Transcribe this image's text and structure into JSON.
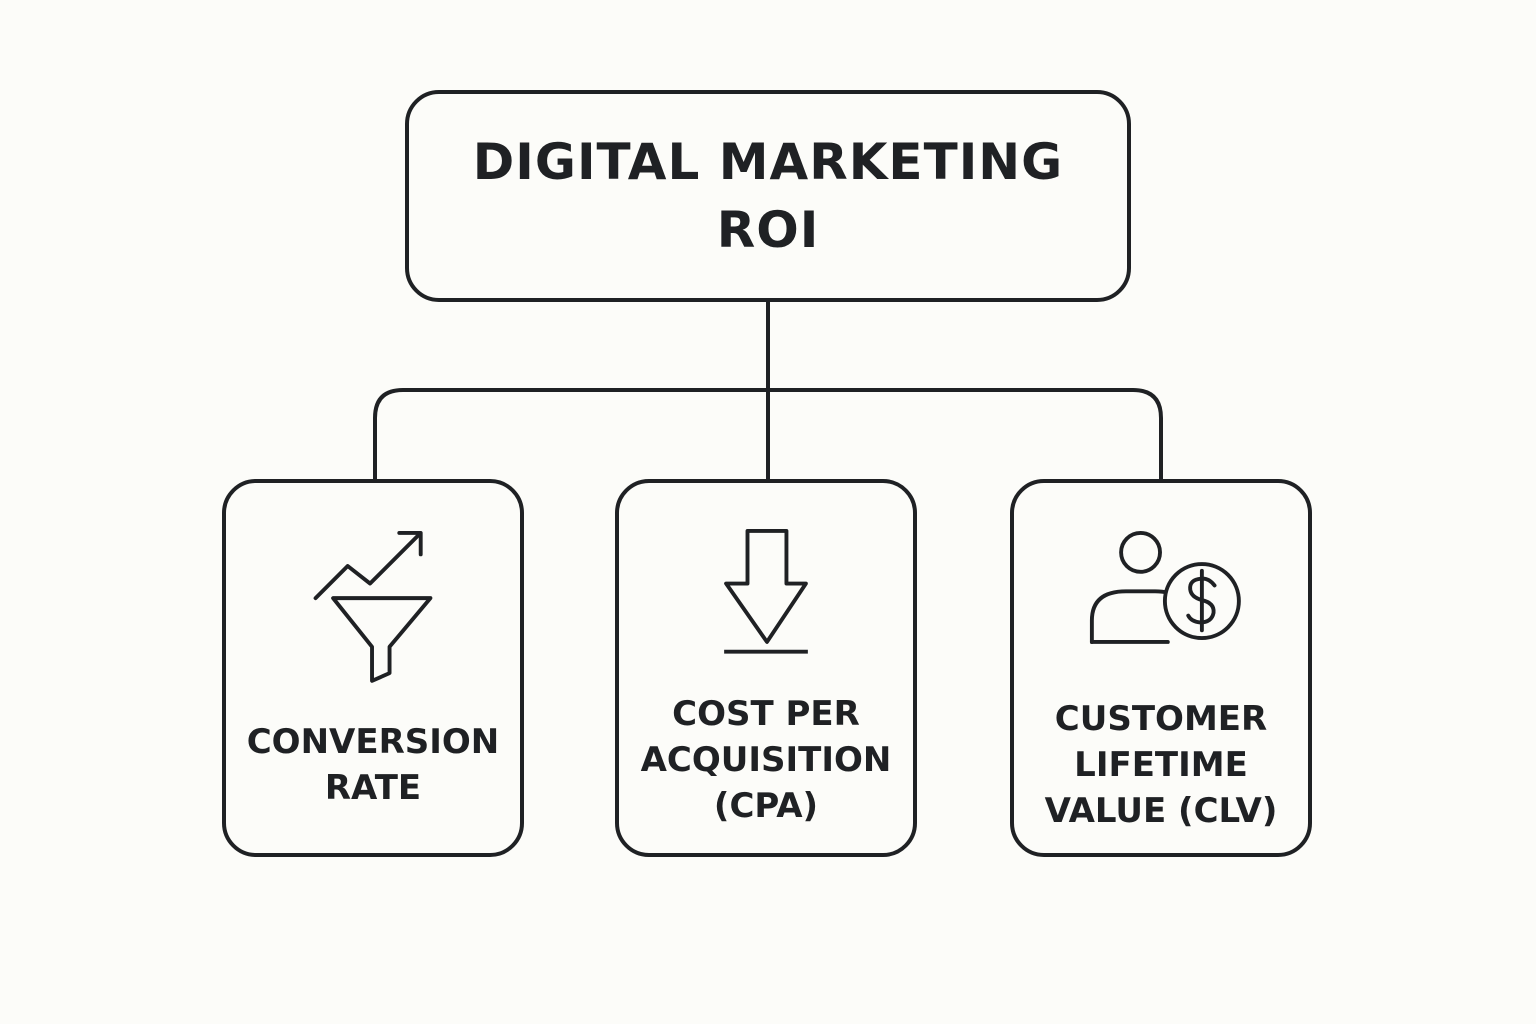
{
  "title": {
    "line1": "DIGITAL MARKETING",
    "line2": "ROI"
  },
  "metrics": [
    {
      "icon": "funnel-trend-icon",
      "lines": [
        "CONVERSION",
        "RATE"
      ]
    },
    {
      "icon": "down-arrow-icon",
      "lines": [
        "COST PER",
        "ACQUISITION",
        "(CPA)"
      ]
    },
    {
      "icon": "customer-dollar-icon",
      "lines": [
        "CUSTOMER",
        "LIFETIME",
        "VALUE (CLV)"
      ]
    }
  ]
}
